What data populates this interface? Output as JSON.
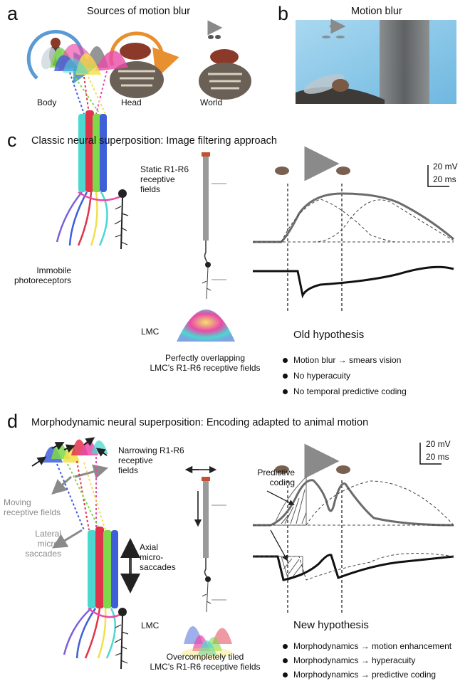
{
  "panel_a": {
    "letter": "a",
    "title": "Sources of motion blur",
    "labels": [
      "Body",
      "Head",
      "World"
    ]
  },
  "panel_b": {
    "letter": "b",
    "title": "Motion blur"
  },
  "panel_c": {
    "letter": "c",
    "title": "Classic neural superposition: Image filtering approach",
    "rf_label_1": "Static R1-R6",
    "rf_label_2": "receptive",
    "rf_label_3": "fields",
    "photo_label_1": "Immobile",
    "photo_label_2": "photoreceptors",
    "lmc_label": "LMC",
    "overlap_label_1": "Perfectly overlapping",
    "overlap_label_2": "LMC's R1-R6 receptive fields",
    "scale_mv": "20 mV",
    "scale_ms": "20 ms",
    "hypothesis_title": "Old hypothesis",
    "bullets": [
      "Motion blur → smears vision",
      "No hyperacuity",
      "No temporal predictive coding"
    ]
  },
  "panel_d": {
    "letter": "d",
    "title": "Morphodynamic neural superposition: Encoding adapted to animal motion",
    "rf_label_1": "Narrowing R1-R6",
    "rf_label_2": "receptive",
    "rf_label_3": "fields",
    "moving_label_1": "Moving",
    "moving_label_2": "receptive fields",
    "lateral_label_1": "Lateral",
    "lateral_label_2": "micro-",
    "lateral_label_3": "saccades",
    "axial_label_1": "Axial",
    "axial_label_2": "micro-",
    "axial_label_3": "saccades",
    "predictive_label_1": "Predictive",
    "predictive_label_2": "coding",
    "lmc_label": "LMC",
    "tiled_label_1": "Overcompletely tiled",
    "tiled_label_2": "LMC's R1-R6 receptive fields",
    "scale_mv": "20 mV",
    "scale_ms": "20 ms",
    "hypothesis_title": "New  hypothesis",
    "bullets": [
      "Morphodynamics → motion enhancement",
      "Morphodynamics → hyperacuity",
      "Morphodynamics → predictive coding"
    ]
  },
  "colors": {
    "blue_arrow": "#5b9bd5",
    "orange_arrow": "#e8902f",
    "trace_gray": "#6b6b6b",
    "cone_blue": "#3f5fd8",
    "cone_green": "#7dd84a",
    "cone_yellow": "#f2e04a",
    "cone_red": "#e0344a",
    "cone_pink": "#e94aa8",
    "cone_cyan": "#4ad8d0"
  }
}
